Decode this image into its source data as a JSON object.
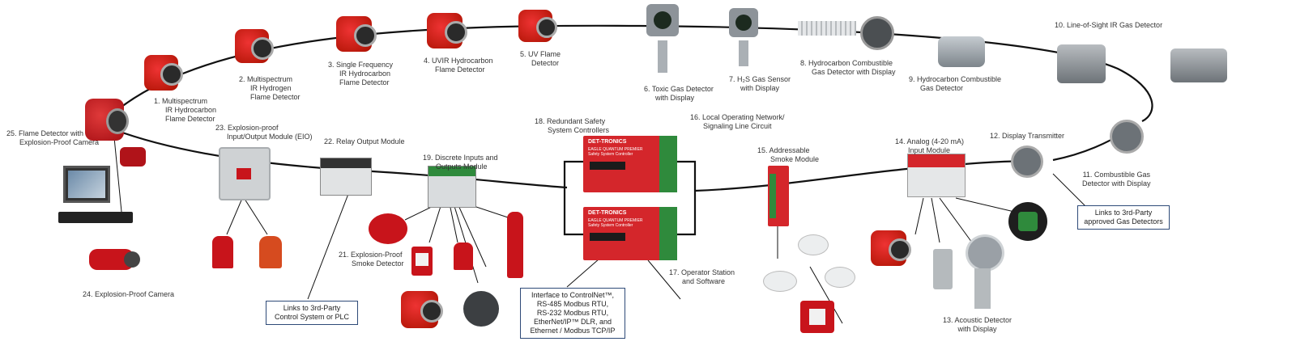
{
  "labels": {
    "l1": [
      "1.  Multispectrum",
      "IR Hydrocarbon",
      "Flame Detector"
    ],
    "l2": [
      "2.  Multispectrum",
      "IR Hydrogen",
      "Flame Detector"
    ],
    "l3": [
      "3.  Single Frequency",
      "IR Hydrocarbon",
      "Flame Detector"
    ],
    "l4": [
      "4.  UVIR Hydrocarbon",
      "Flame Detector"
    ],
    "l5": [
      "5.  UV Flame",
      "Detector"
    ],
    "l6": [
      "6.  Toxic Gas Detector",
      "with Display"
    ],
    "l7": [
      "7.  H₂S Gas Sensor",
      "with Display"
    ],
    "l8": [
      "8.  Hydrocarbon Combustible",
      "Gas Detector with Display"
    ],
    "l9": [
      "9.  Hydrocarbon Combustible",
      "Gas Detector"
    ],
    "l10": [
      "10. Line-of-Sight IR Gas Detector"
    ],
    "l11": [
      "11. Combustible Gas",
      "Detector with Display"
    ],
    "l12": [
      "12. Display Transmitter"
    ],
    "l13": [
      "13. Acoustic Detector",
      "with Display"
    ],
    "l14": [
      "14. Analog (4-20 mA)",
      "Input Module"
    ],
    "l15": [
      "15. Addressable",
      "Smoke Module"
    ],
    "l16": [
      "16. Local Operating Network/",
      "Signaling Line Circuit"
    ],
    "l17": [
      "17. Operator Station",
      "and Software"
    ],
    "l18": [
      "18. Redundant Safety",
      "System Controllers"
    ],
    "l19": [
      "19. Discrete Inputs and",
      "Outputs Module"
    ],
    "l21": [
      "21. Explosion-Proof",
      "Smoke Detector"
    ],
    "l22": [
      "22. Relay Output Module"
    ],
    "l23": [
      "23. Explosion-proof",
      "Input/Output Module (EIO)"
    ],
    "l24": [
      "24. Explosion-Proof Camera"
    ],
    "l25": [
      "25. Flame Detector with",
      "Explosion-Proof Camera"
    ]
  },
  "boxes": {
    "gas": [
      "Links to 3rd-Party",
      "approved Gas Detectors"
    ],
    "plc": [
      "Links to 3rd-Party",
      "Control System or PLC"
    ],
    "iface": [
      "Interface to ControlNet™,",
      "RS-485 Modbus RTU,",
      "RS-232 Modbus RTU,",
      "EtherNet/IP™ DLR, and",
      "Ethernet / Modbus TCP/IP"
    ]
  },
  "controller_brand": "DET-TRONICS",
  "controller_model": [
    "EAGLE QUANTUM PREMIER",
    "Safety System Controller"
  ],
  "colors": {
    "flame_red": "#c8141b",
    "loop_line": "#111111",
    "box_border": "#2e4a78",
    "module_green": "#2f8a3c",
    "module_red": "#d4262b",
    "gray_metal": "#9aa0a6"
  }
}
